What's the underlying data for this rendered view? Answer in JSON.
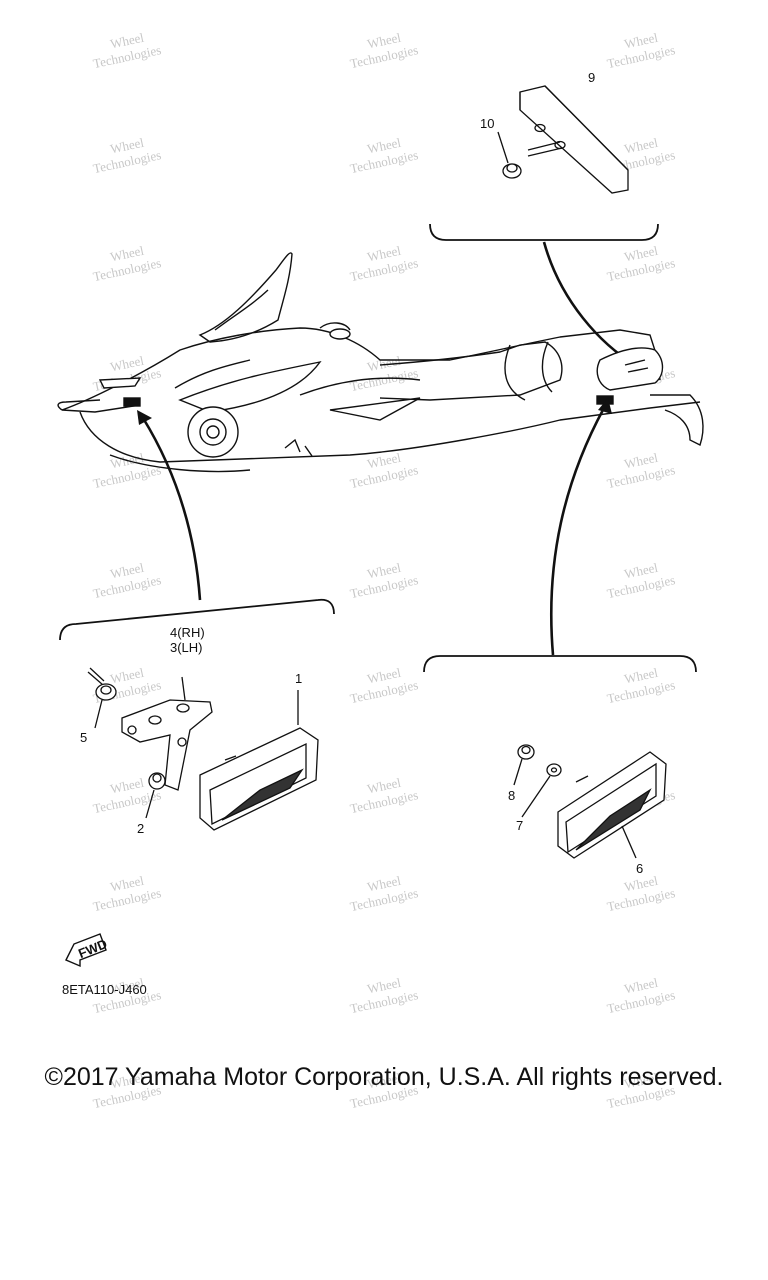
{
  "callouts": {
    "c1": "1",
    "c2": "2",
    "c34a": "4(RH)",
    "c34b": "3(LH)",
    "c5": "5",
    "c6": "6",
    "c7": "7",
    "c8": "8",
    "c9": "9",
    "c10": "10"
  },
  "fwd_label": "FWD",
  "diagram_code": "8ETA110-J460",
  "watermark": {
    "line1": "Wheel",
    "line2": "Technologies"
  },
  "copyright": "©2017 Yamaha Motor Corporation, U.S.A. All rights reserved."
}
